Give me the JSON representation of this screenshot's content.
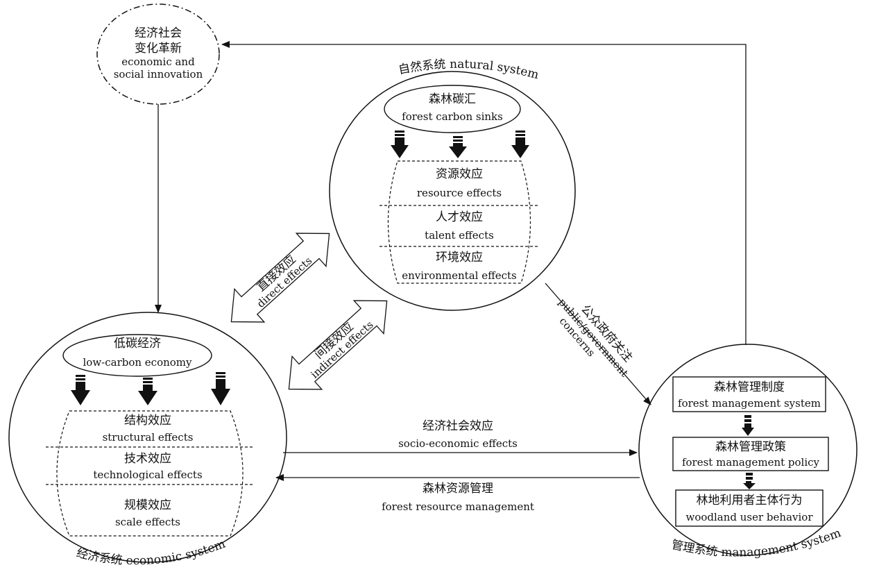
{
  "economic_social_innovation": {
    "cn_line1": "经济社会",
    "cn_line2": "变化革新",
    "en_line1": "economic and",
    "en_line2": "social innovation"
  },
  "natural_system": {
    "label": "自然系统 natural system",
    "carbon_sinks_cn": "森林碳汇",
    "carbon_sinks_en": "forest carbon sinks",
    "effects": [
      {
        "cn": "资源效应",
        "en": "resource effects"
      },
      {
        "cn": "人才效应",
        "en": "talent effects"
      },
      {
        "cn": "环境效应",
        "en": "environmental effects"
      }
    ]
  },
  "economic_system": {
    "label": "经济系统 economic system",
    "low_carbon_cn": "低碳经济",
    "low_carbon_en": "low-carbon economy",
    "effects": [
      {
        "cn": "结构效应",
        "en": "structural effects"
      },
      {
        "cn": "技术效应",
        "en": "technological effects"
      },
      {
        "cn": "规模效应",
        "en": "scale effects"
      }
    ]
  },
  "management_system": {
    "label": "管理系统 management system",
    "boxes": [
      {
        "cn": "森林管理制度",
        "en": "forest management system"
      },
      {
        "cn": "森林管理政策",
        "en": "forest management policy"
      },
      {
        "cn": "林地利用者主体行为",
        "en": "woodland user behavior"
      }
    ]
  },
  "arrows": {
    "direct_cn": "直接效应",
    "direct_en": "direct effects",
    "indirect_cn": "间接效应",
    "indirect_en": "indirect effects",
    "public_cn": "公众政府关注",
    "public_en_line1": "public/government",
    "public_en_line2": "concerns",
    "socio_cn": "经济社会效应",
    "socio_en": "socio-economic effects",
    "resource_mgmt_cn": "森林资源管理",
    "resource_mgmt_en": "forest resource management"
  }
}
